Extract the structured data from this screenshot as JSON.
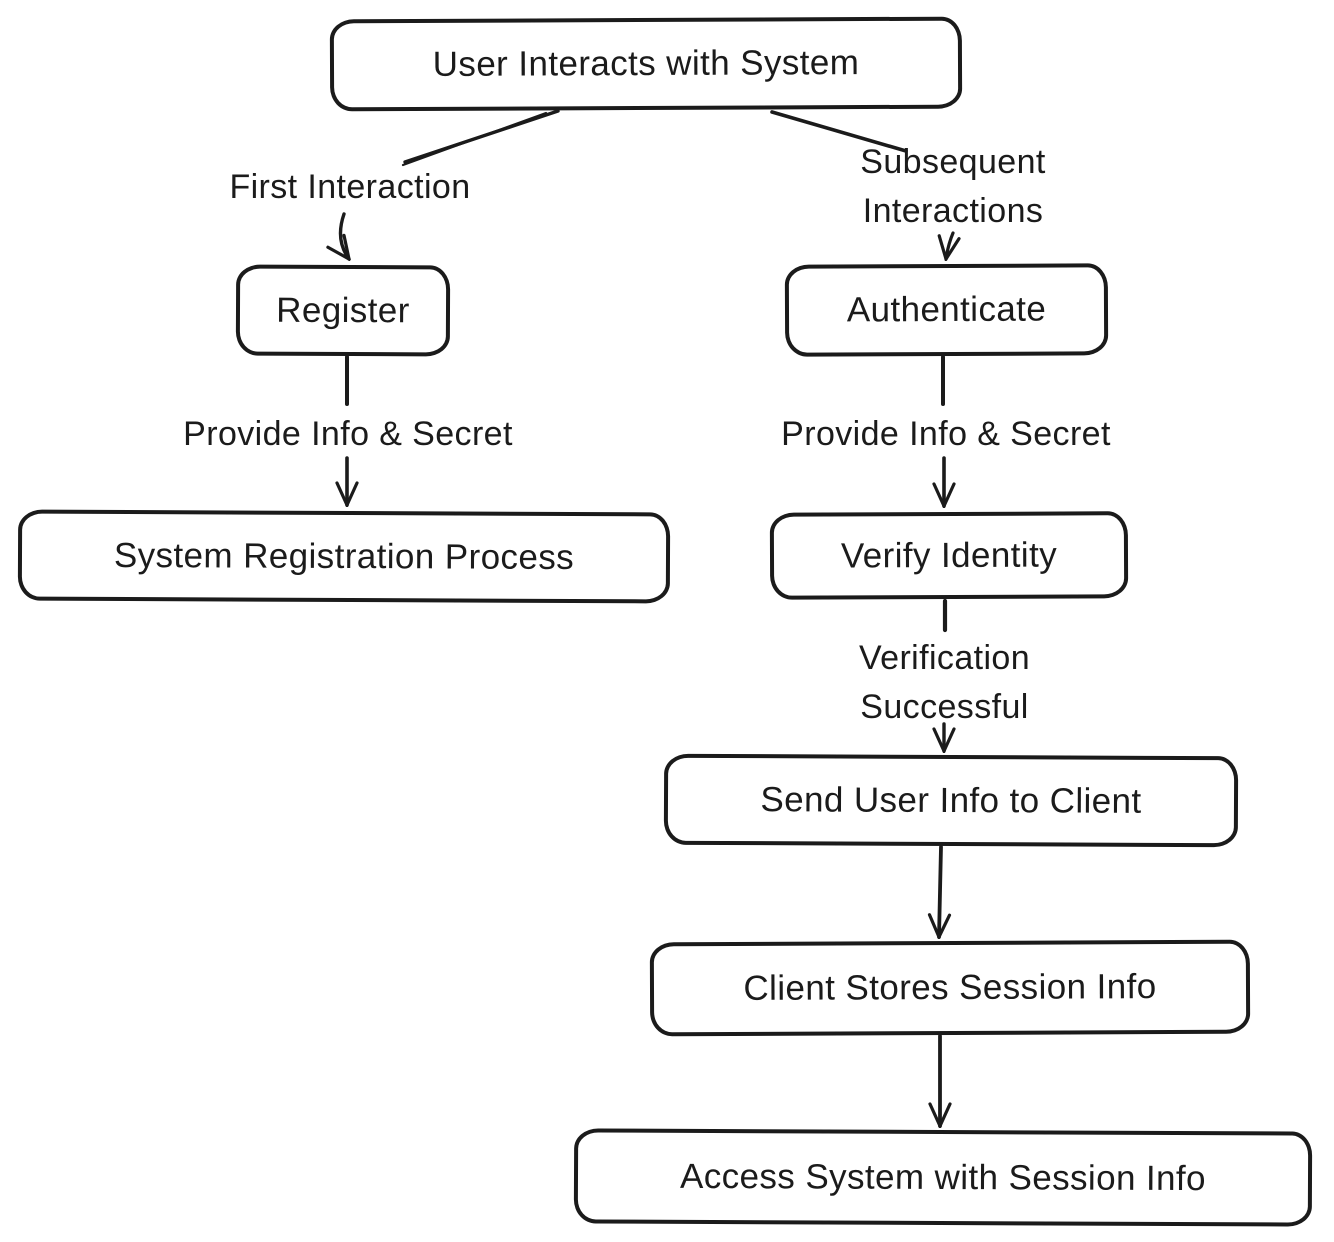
{
  "diagram": {
    "type": "flowchart",
    "style": "hand-drawn",
    "colors": {
      "background": "#ffffff",
      "stroke": "#1b1b1b",
      "node_fill": "#ffffff"
    },
    "nodes": [
      {
        "id": "user-interacts",
        "label": "User Interacts with System"
      },
      {
        "id": "register",
        "label": "Register"
      },
      {
        "id": "authenticate",
        "label": "Authenticate"
      },
      {
        "id": "system-registration",
        "label": "System Registration Process"
      },
      {
        "id": "verify-identity",
        "label": "Verify Identity"
      },
      {
        "id": "send-user-info",
        "label": "Send User Info to Client"
      },
      {
        "id": "client-stores",
        "label": "Client Stores Session Info"
      },
      {
        "id": "access-system",
        "label": "Access System with Session Info"
      }
    ],
    "edges": [
      {
        "from": "user-interacts",
        "to": "register",
        "label": "First Interaction"
      },
      {
        "from": "user-interacts",
        "to": "authenticate",
        "label": "Subsequent Interactions"
      },
      {
        "from": "register",
        "to": "system-registration",
        "label": "Provide Info & Secret"
      },
      {
        "from": "authenticate",
        "to": "verify-identity",
        "label": "Provide Info & Secret"
      },
      {
        "from": "verify-identity",
        "to": "send-user-info",
        "label": "Verification Successful"
      },
      {
        "from": "send-user-info",
        "to": "client-stores",
        "label": ""
      },
      {
        "from": "client-stores",
        "to": "access-system",
        "label": ""
      }
    ]
  }
}
